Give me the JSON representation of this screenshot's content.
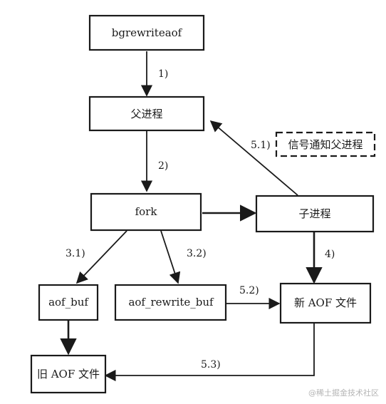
{
  "nodes": {
    "bgrewriteaof": "bgrewriteaof",
    "parent": "父进程",
    "signal": "信号通知父进程",
    "fork": "fork",
    "child": "子进程",
    "aof_buf": "aof_buf",
    "aof_rewrite_buf": "aof_rewrite_buf",
    "new_aof": "新 AOF 文件",
    "old_aof": "旧 AOF 文件"
  },
  "edges": {
    "step_1": "1)",
    "step_2": "2)",
    "step_3_1": "3.1)",
    "step_3_2": "3.2)",
    "step_4": "4)",
    "step_5_1": "5.1)",
    "step_5_2": "5.2)",
    "step_5_3": "5.3)"
  },
  "watermark": "@稀土掘金技术社区",
  "colors": {
    "stroke": "#1a1a1a",
    "background": "#ffffff",
    "watermark": "#b5b5b5"
  }
}
